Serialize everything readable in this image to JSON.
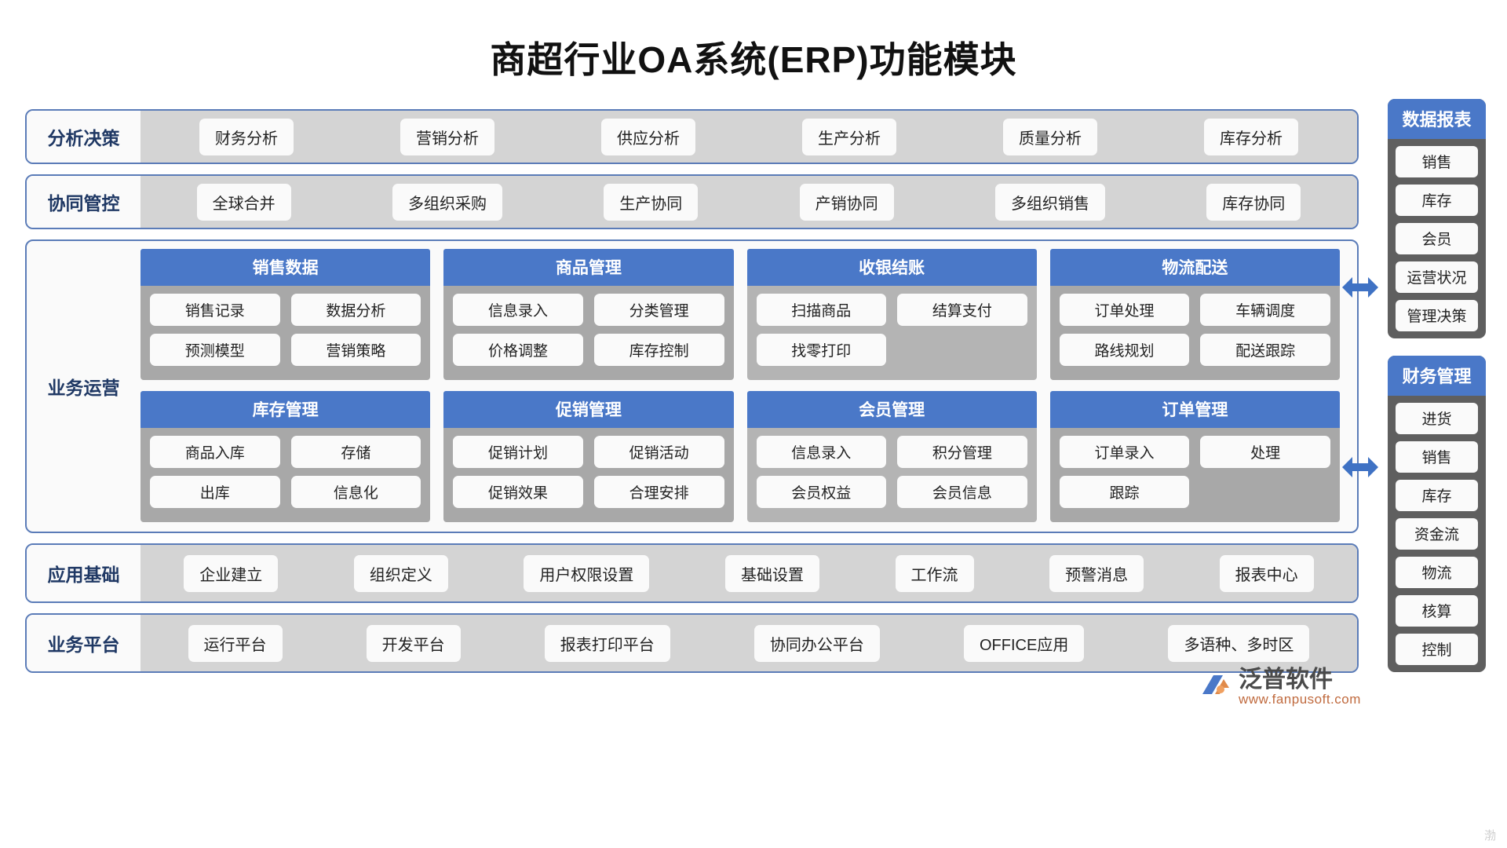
{
  "page": {
    "title": "商超行业OA系统(ERP)功能模块",
    "accent_blue": "#4a78c8",
    "border_blue": "#5b7cb8",
    "label_navy": "#1f3864",
    "band_gray": "#d4d4d4",
    "card_gray": "#a8a8a8",
    "panel_gray": "#5f5f5f",
    "pill_white": "#fafafa"
  },
  "bands": [
    {
      "label": "分析决策",
      "items": [
        "财务分析",
        "营销分析",
        "供应分析",
        "生产分析",
        "质量分析",
        "库存分析"
      ]
    },
    {
      "label": "协同管控",
      "items": [
        "全球合并",
        "多组织采购",
        "生产协同",
        "产销协同",
        "多组织销售",
        "库存协同"
      ]
    }
  ],
  "operations": {
    "label": "业务运营",
    "cards": [
      {
        "title": "销售数据",
        "items": [
          "销售记录",
          "数据分析",
          "预测模型",
          "营销策略"
        ]
      },
      {
        "title": "商品管理",
        "items": [
          "信息录入",
          "分类管理",
          "价格调整",
          "库存控制"
        ]
      },
      {
        "title": "收银结账",
        "items": [
          "扫描商品",
          "结算支付",
          "找零打印"
        ]
      },
      {
        "title": "物流配送",
        "items": [
          "订单处理",
          "车辆调度",
          "路线规划",
          "配送跟踪"
        ]
      },
      {
        "title": "库存管理",
        "items": [
          "商品入库",
          "存储",
          "出库",
          "信息化"
        ]
      },
      {
        "title": "促销管理",
        "items": [
          "促销计划",
          "促销活动",
          "促销效果",
          "合理安排"
        ]
      },
      {
        "title": "会员管理",
        "items": [
          "信息录入",
          "积分管理",
          "会员权益",
          "会员信息"
        ]
      },
      {
        "title": "订单管理",
        "items": [
          "订单录入",
          "处理",
          "跟踪"
        ]
      }
    ]
  },
  "foundation": [
    {
      "label": "应用基础",
      "items": [
        "企业建立",
        "组织定义",
        "用户权限设置",
        "基础设置",
        "工作流",
        "预警消息",
        "报表中心"
      ]
    },
    {
      "label": "业务平台",
      "items": [
        "运行平台",
        "开发平台",
        "报表打印平台",
        "协同办公平台",
        "OFFICE应用",
        "多语种、多时区"
      ]
    }
  ],
  "sidebar": {
    "panels": [
      {
        "title": "数据报表",
        "items": [
          "销售",
          "库存",
          "会员",
          "运营状况",
          "管理决策"
        ]
      },
      {
        "title": "财务管理",
        "items": [
          "进货",
          "销售",
          "库存",
          "资金流",
          "物流",
          "核算",
          "控制"
        ]
      }
    ]
  },
  "brand": {
    "name": "泛普软件",
    "url": "www.fanpusoft.com",
    "watermark": "渤"
  }
}
